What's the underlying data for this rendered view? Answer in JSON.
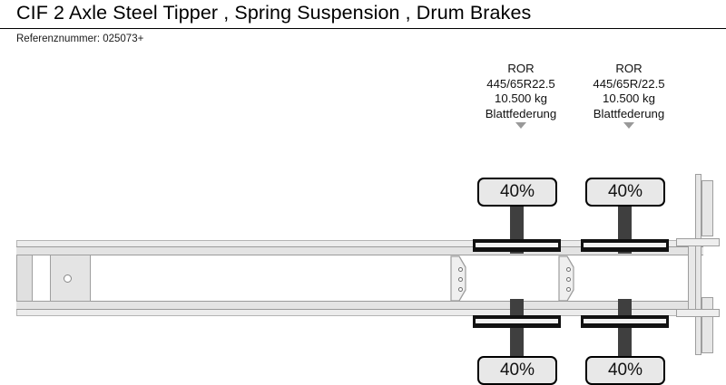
{
  "header": {
    "title": "CIF 2 Axle Steel Tipper , Spring Suspension , Drum Brakes",
    "reference_label": "Referenznummer: 025073+"
  },
  "diagram": {
    "type": "trailer-side-view-schematic",
    "axles": [
      {
        "id": "axle-1",
        "brand": "ROR",
        "tyre_size": "445/65R22.5",
        "capacity": "10.500 kg",
        "suspension": "Blattfederung",
        "caret": "chevron-down-icon",
        "tyre_tread_top": "40%",
        "tyre_tread_bottom": "40%"
      },
      {
        "id": "axle-2",
        "brand": "ROR",
        "tyre_size": "445/65R/22.5",
        "capacity": "10.500 kg",
        "suspension": "Blattfederung",
        "caret": "chevron-down-icon",
        "tyre_tread_top": "40%",
        "tyre_tread_bottom": "40%"
      }
    ]
  },
  "colors": {
    "page_background": "#ffffff",
    "text": "#000000",
    "rule": "#000000",
    "chassis_fill": "#e3e3e3",
    "chassis_outline": "#9a9a9a",
    "axle_beam": "#111111",
    "wheel_stem": "#3f3f3f",
    "badge_fill": "#e8e8e8",
    "badge_border": "#000000",
    "caret_gray": "#999999"
  }
}
